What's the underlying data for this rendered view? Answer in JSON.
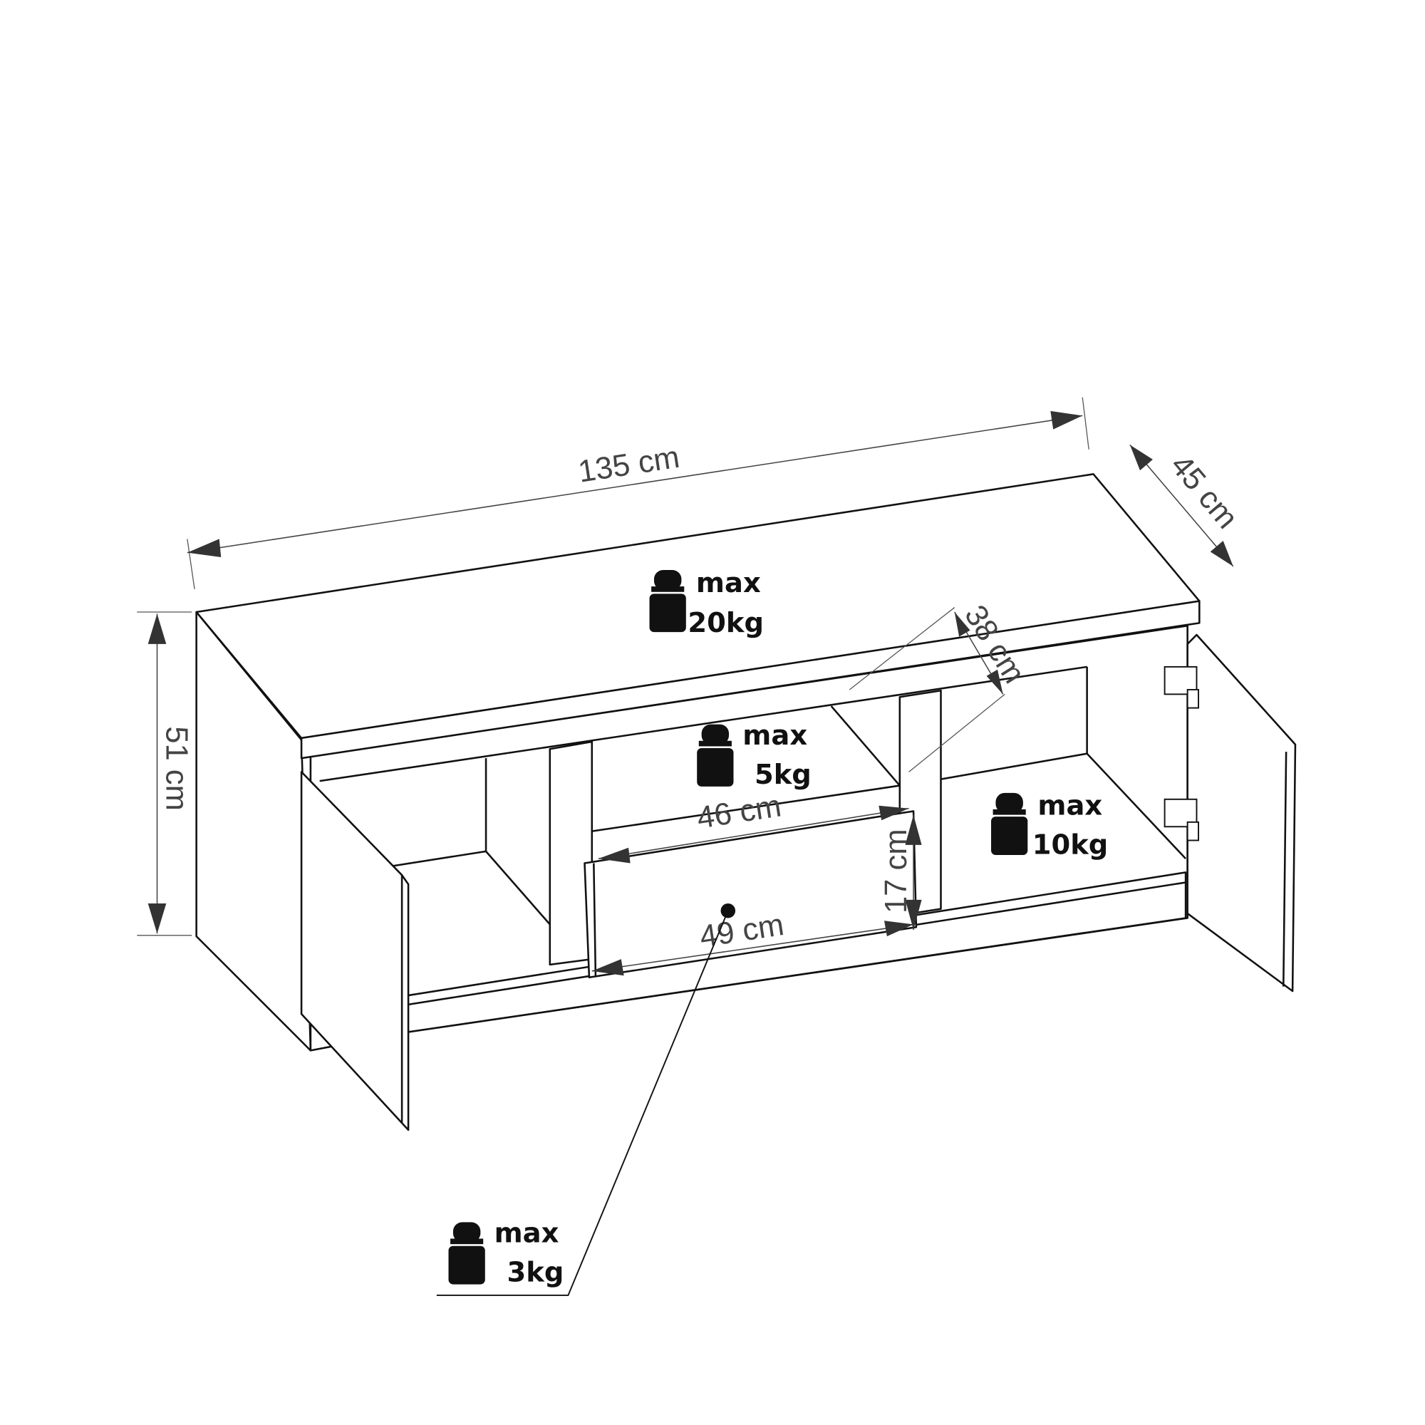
{
  "dimensions": {
    "width": "135 cm",
    "depth": "45 cm",
    "height": "51 cm",
    "inner_depth": "38 cm",
    "drawer_inner_width": "46 cm",
    "drawer_height": "17 cm",
    "drawer_width": "49 cm"
  },
  "loads": {
    "top": {
      "label": "max",
      "value": "20kg"
    },
    "shelf_middle": {
      "label": "max",
      "value": "5kg"
    },
    "shelf_right": {
      "label": "max",
      "value": "10kg"
    },
    "drawer": {
      "label": "max",
      "value": "3kg"
    }
  },
  "icons": [
    "weight-icon"
  ]
}
